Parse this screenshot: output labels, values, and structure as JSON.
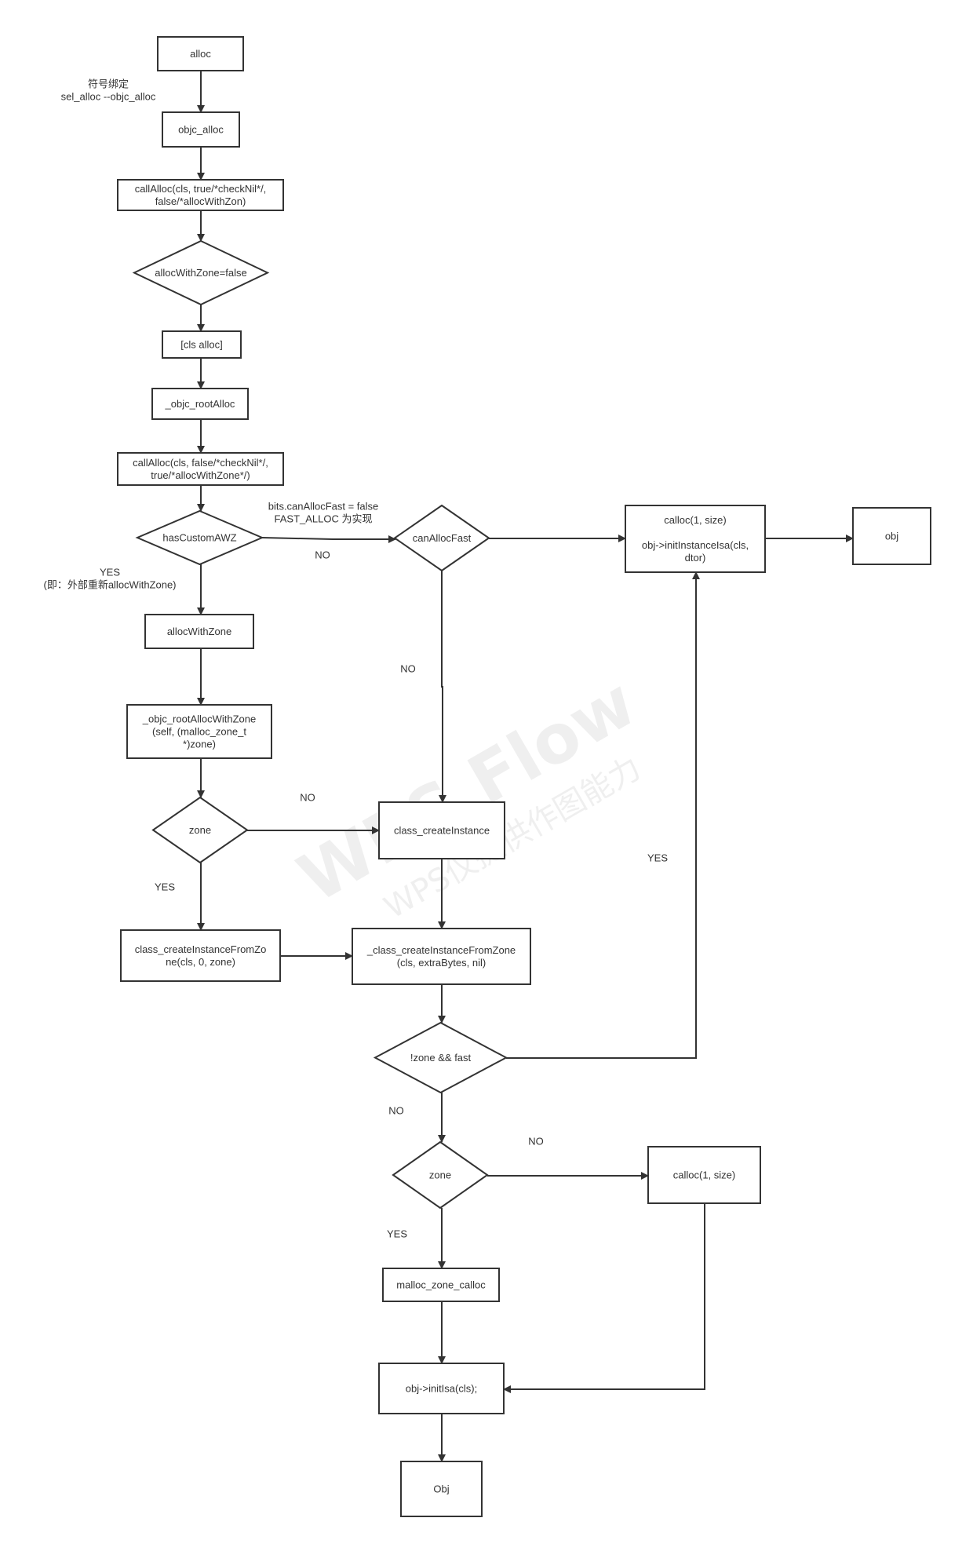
{
  "watermark": {
    "line1": "WPS Flow",
    "line2": "WPS仪提供作图能力"
  },
  "nodes": {
    "alloc": [
      "alloc"
    ],
    "objc_alloc": [
      "objc_alloc"
    ],
    "callalloc1": [
      "callAlloc(cls, true/*checkNil*/,",
      "false/*allocWithZon)"
    ],
    "awz_false": [
      "allocWithZone=false"
    ],
    "cls_alloc": [
      "[cls alloc]"
    ],
    "root_alloc": [
      "_objc_rootAlloc"
    ],
    "callalloc2": [
      "callAlloc(cls, false/*checkNil*/,",
      "true/*allocWithZone*/)"
    ],
    "has_awz": [
      "hasCustomAWZ"
    ],
    "can_fast": [
      "canAllocFast"
    ],
    "calloc_isa": [
      "calloc(1, size)",
      "",
      "obj->initInstanceIsa(cls,",
      "dtor)"
    ],
    "obj_top": [
      "obj"
    ],
    "alloc_with_zone": [
      "allocWithZone"
    ],
    "root_awz": [
      "_objc_rootAllocWithZone",
      "(self, (malloc_zone_t",
      "*)zone)"
    ],
    "zone1": [
      "zone"
    ],
    "class_create": [
      "class_createInstance"
    ],
    "create_from_zone_left": [
      "class_createInstanceFromZo",
      "ne(cls, 0, zone)"
    ],
    "create_from_zone": [
      "_class_createInstanceFromZone",
      "(cls, extraBytes, nil)"
    ],
    "notzone_fast": [
      "!zone  &&  fast"
    ],
    "zone2": [
      "zone"
    ],
    "calloc2": [
      "calloc(1, size)"
    ],
    "malloc_zone": [
      "malloc_zone_calloc"
    ],
    "init_isa": [
      "obj->initIsa(cls);"
    ],
    "obj_bottom": [
      "Obj"
    ]
  },
  "labels": {
    "symbol_bind": [
      "符号绑定",
      "sel_alloc --objc_alloc"
    ],
    "bits_cond": [
      "bits.canAllocFast = false",
      "FAST_ALLOC 为实现"
    ],
    "no_awz": [
      "NO"
    ],
    "yes_awz": [
      "YES",
      "(即：外部重新allocWithZone)"
    ],
    "no_fast": [
      "NO"
    ],
    "no_zone1": [
      "NO"
    ],
    "yes_zone1": [
      "YES"
    ],
    "yes_notzone": [
      "YES"
    ],
    "no_notzone": [
      "NO"
    ],
    "no_zone2": [
      "NO"
    ],
    "yes_zone2": [
      "YES"
    ]
  }
}
